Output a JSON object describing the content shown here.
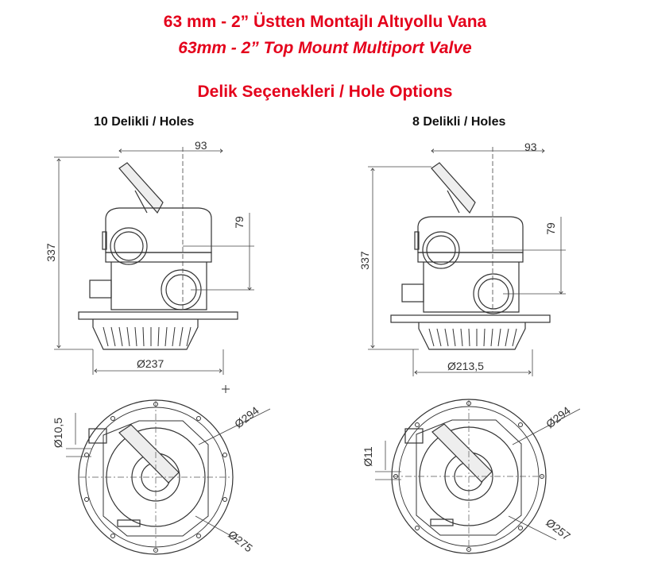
{
  "titles": {
    "line1": "63 mm - 2” Üstten Montajlı Altıyollu Vana",
    "line2": "63mm - 2” Top Mount Multiport Valve",
    "line3": "Delik Seçenekleri / Hole Options"
  },
  "options": [
    {
      "heading": "10 Delikli /  Holes",
      "dims": {
        "width_top": "93",
        "height_total": "337",
        "height_port": "79",
        "flange": "Ø237",
        "hole": "Ø10,5",
        "outer": "Ø294",
        "bolt_circle": "Ø275"
      }
    },
    {
      "heading": "8 Delikli /  Holes",
      "dims": {
        "width_top": "93",
        "height_total": "337",
        "height_port": "79",
        "flange": "Ø213,5",
        "hole": "Ø11",
        "outer": "Ø294",
        "bolt_circle": "Ø257"
      }
    }
  ],
  "colors": {
    "title": "#e4001b",
    "line": "#333333"
  }
}
